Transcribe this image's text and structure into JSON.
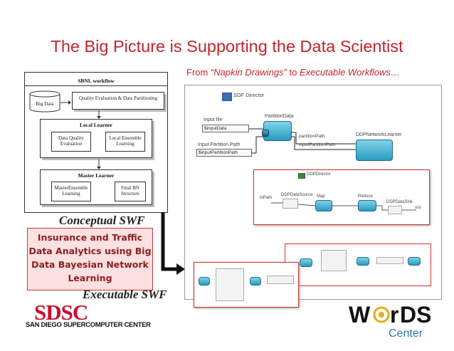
{
  "slide": {
    "title": "The Big Picture is Supporting the Data Scientist",
    "subtitle": {
      "from": "From ",
      "napkin": "“Napkin Drawings”",
      "to": " to ",
      "exec": "Executable Workflows…"
    }
  },
  "conceptual_diagram": {
    "title": "SBNL workflow",
    "big_data": "Big Data",
    "quality_partition": "Quality Evaluation & Data Partitioning",
    "local_learner": {
      "title": "Local Learner",
      "quality": "Data Quality Evaluation",
      "ensemble": "Local Ensemble Learning"
    },
    "master_learner": {
      "title": "Master Learner",
      "ensemble": "MasterEnsemble Learning",
      "final": "Final BN Structure"
    }
  },
  "labels": {
    "conceptual": "Conceptual SWF",
    "executable": "Executable SWF"
  },
  "pink_box": {
    "line1": "Insurance and Traffic",
    "line2": "Data Analytics using Big",
    "line3": "Data Bayesian Network",
    "line4": "Learning"
  },
  "executable_workflow": {
    "sdf_director": "SDF Director",
    "input_file": "Input file",
    "input_data": "$inputData",
    "partition_data": "PartitionData",
    "partition_path_out": "partitionPath",
    "input_partition_path_port": "inputPartitionPath",
    "input_partition_path_label": "Input Partition Path",
    "input_partition_path": "$inputPartitionPath",
    "ddp_network_learner": "DDPNetworkLearner",
    "ddp_director": "DDPDirector",
    "in_path": "inPath",
    "ddp_data_source": "DDPDataSource",
    "map": "Map",
    "reduce": "Reduce",
    "ddp_data_sink": "DDPDataSink",
    "out": "out"
  },
  "logos": {
    "sdsc": "SDSC",
    "sdsc_tagline": "SAN DIEGO SUPERCOMPUTER CENTER",
    "words_w": "W",
    "words_r": "r",
    "words_ds": "DS",
    "words_center": "Center"
  },
  "colors": {
    "title_red": "#c0262c",
    "sdsc_red": "#c8102e",
    "pink_fill": "#fde0e0",
    "actor_blue": "#2a9ac0"
  }
}
